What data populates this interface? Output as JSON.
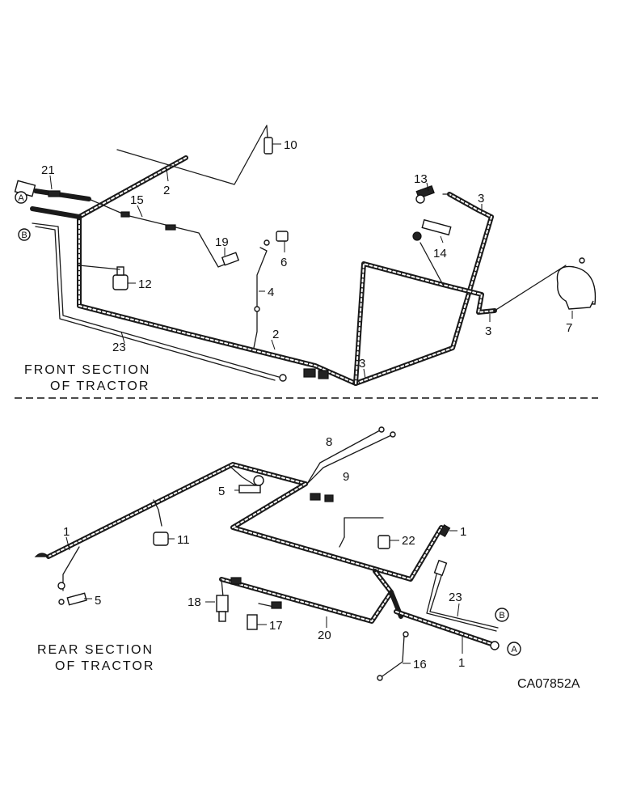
{
  "sections": {
    "front_line1": "FRONT SECTION",
    "front_line2": "OF TRACTOR",
    "rear_line1": "REAR SECTION",
    "rear_line2": "OF TRACTOR"
  },
  "drawing_code": "CA07852A",
  "connection_refs": {
    "a": "A",
    "b": "B"
  },
  "callouts": {
    "c10": "10",
    "c2a": "2",
    "c21": "21",
    "c15": "15",
    "c19": "19",
    "c6": "6",
    "c12": "12",
    "c4": "4",
    "c23a": "23",
    "c2b": "2",
    "c3a": "3",
    "c13": "13",
    "c3b": "3",
    "c14": "14",
    "c3c": "3",
    "c7": "7",
    "c8": "8",
    "c9": "9",
    "c5a": "5",
    "c1a": "1",
    "c11": "11",
    "c22": "22",
    "c1b": "1",
    "c5b": "5",
    "c18": "18",
    "c23b": "23",
    "c17": "17",
    "c20": "20",
    "c16": "16",
    "c1c": "1"
  },
  "icons": {
    "horn": "horn-icon",
    "switch": "pressure-switch-icon",
    "sender": "sender-icon",
    "connector": "connector-icon"
  }
}
